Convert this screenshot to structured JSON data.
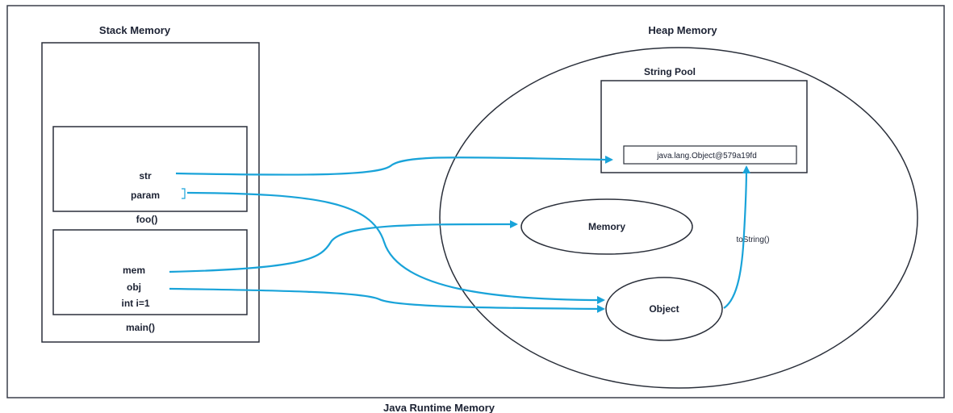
{
  "runtime": {
    "label": "Java Runtime Memory"
  },
  "stack": {
    "title": "Stack Memory",
    "foo_frame": {
      "label": "foo()",
      "vars": [
        "str",
        "param"
      ]
    },
    "main_frame": {
      "label": "main()",
      "vars": [
        "mem",
        "obj",
        "int i=1"
      ]
    }
  },
  "heap": {
    "title": "Heap Memory",
    "string_pool": {
      "title": "String Pool",
      "entry": "java.lang.Object@579a19fd"
    },
    "objects": {
      "memory": "Memory",
      "object": "Object"
    },
    "method_label": "toString()"
  },
  "colors": {
    "arrow": "#19a3d9",
    "outline": "#2a2f3a",
    "text": "#1c2233"
  }
}
